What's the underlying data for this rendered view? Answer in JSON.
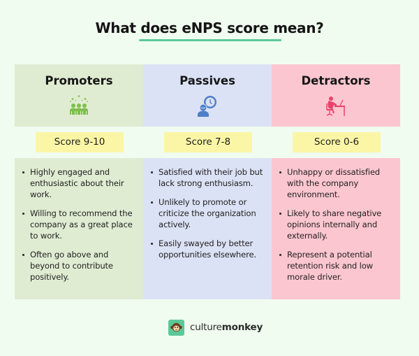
{
  "page": {
    "title": "What does eNPS score mean?",
    "accent_color": "#5ac898"
  },
  "columns": [
    {
      "label": "Promoters",
      "icon": "celebrating-group-icon",
      "icon_color": "#7cc04a",
      "score": "Score 9-10",
      "bg_color": "#e0ecd2",
      "bullets": [
        "Highly engaged and enthusiastic about their work.",
        "Willing to recommend the company as a great place to work.",
        "Often go above and beyond to contribute positively."
      ]
    },
    {
      "label": "Passives",
      "icon": "person-clock-icon",
      "icon_color": "#4f7fc8",
      "score": "Score 7-8",
      "bg_color": "#dbe2f5",
      "bullets": [
        "Satisfied with their job but lack strong enthusiasm.",
        "Unlikely to promote or criticize the organization actively.",
        "Easily swayed by better opportunities elsewhere."
      ]
    },
    {
      "label": "Detractors",
      "icon": "slumped-desk-worker-icon",
      "icon_color": "#e8436a",
      "score": "Score 0-6",
      "bg_color": "#fcc6d0",
      "bullets": [
        "Unhappy or dissatisfied with the company environment.",
        "Likely to share negative opinions internally and externally.",
        "Represent a potential retention risk and low morale driver."
      ]
    }
  ],
  "brand": {
    "name_light": "culture",
    "name_bold": "monkey",
    "logo_icon": "monkey-face-icon"
  }
}
